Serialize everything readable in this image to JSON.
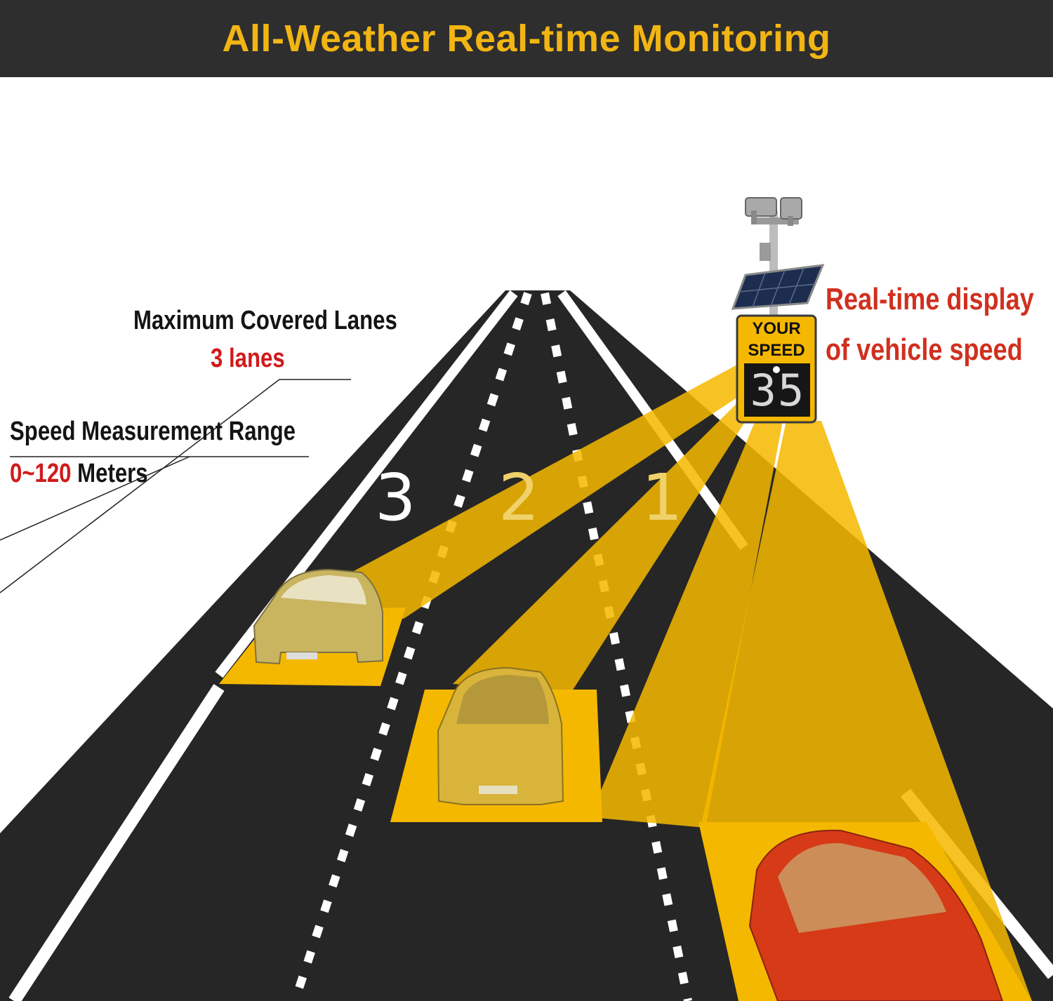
{
  "header": {
    "title": "All-Weather Real-time Monitoring"
  },
  "annotations": {
    "lanes_title": "Maximum Covered Lanes",
    "lanes_value": "3 lanes",
    "range_title": "Speed Measurement Range",
    "range_value": "0~120",
    "range_unit": "Meters",
    "display_line1": "Real-time display",
    "display_line2": "of vehicle speed"
  },
  "lane_numbers": [
    "3",
    "2",
    "1"
  ],
  "sign": {
    "line1": "YOUR",
    "line2": "SPEED",
    "speed": "35"
  },
  "colors": {
    "header_bg": "#2e2e2e",
    "title": "#f2b513",
    "beam": "#f5b800",
    "road": "#262626",
    "accent_red": "#d11a1a"
  },
  "icons": [
    "camera-icon",
    "solar-panel-icon",
    "car-icon"
  ]
}
